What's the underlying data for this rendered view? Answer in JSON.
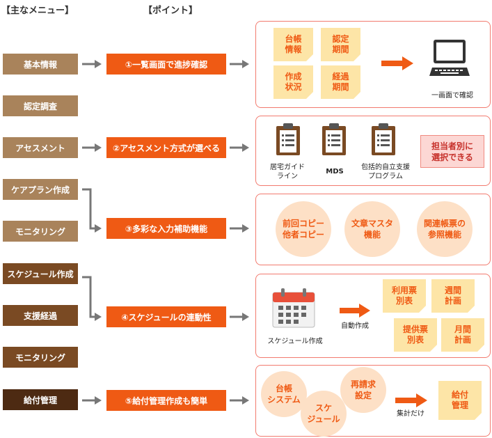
{
  "headers": {
    "menu": "【主なメニュー】",
    "points": "【ポイント】"
  },
  "menu_items": [
    {
      "label": "基本情報",
      "color": "#a9835b"
    },
    {
      "label": "認定調査",
      "color": "#a9835b"
    },
    {
      "label": "アセスメント",
      "color": "#a9835b"
    },
    {
      "label": "ケアプラン作成",
      "color": "#a9835b"
    },
    {
      "label": "モニタリング",
      "color": "#a9835b"
    },
    {
      "label": "スケジュール作成",
      "color": "#7a4a23"
    },
    {
      "label": "支援経過",
      "color": "#7a4a23"
    },
    {
      "label": "モニタリング",
      "color": "#7a4a23"
    },
    {
      "label": "給付管理",
      "color": "#4d2a12"
    }
  ],
  "points": [
    "①一覧画面で進捗確認",
    "②アセスメント方式が選べる",
    "③多彩な入力補助機能",
    "④スケジュールの連動性",
    "⑤給付管理作成も簡単"
  ],
  "panel1": {
    "notes": [
      "台帳\n情報",
      "認定\n期間",
      "作成\n状況",
      "経過\n期間"
    ],
    "caption": "一画面で確認",
    "icon": "computer-icon"
  },
  "panel2": {
    "items": [
      "居宅ガイド\nライン",
      "MDS",
      "包括的自立支援\nプログラム"
    ],
    "icon": "clipboard-icon",
    "badge": "担当者別に\n選択できる"
  },
  "panel3": {
    "circles": [
      "前回コピー\n他者コピー",
      "文章マスタ\n機能",
      "関連帳票の\n参照機能"
    ]
  },
  "panel4": {
    "calendar_caption": "スケジュール作成",
    "icon": "calendar-icon",
    "arrow_label": "自動作成",
    "notes": [
      "利用票\n別表",
      "週間\n計画",
      "提供票\n別表",
      "月間\n計画"
    ]
  },
  "panel5": {
    "circles": [
      "台帳\nシステム",
      "スケ\nジュール",
      "再請求\n設定"
    ],
    "arrow_label": "集計だけ",
    "note": "給付\n管理"
  },
  "colors": {
    "accent": "#ef5a14",
    "arrow": "#777777",
    "panel_border": "#f27a6e",
    "sticky": "#fde5a7",
    "circle": "#fde0c6"
  }
}
